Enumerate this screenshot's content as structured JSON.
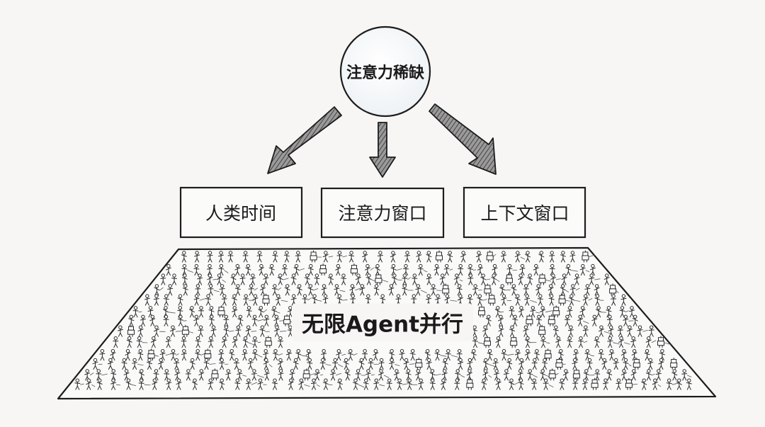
{
  "top_node": {
    "label": "注意力稀缺"
  },
  "boxes": [
    {
      "label": "人类时间"
    },
    {
      "label": "注意力窗口"
    },
    {
      "label": "上下文窗口"
    }
  ],
  "base": {
    "label": "无限Agent并行"
  }
}
